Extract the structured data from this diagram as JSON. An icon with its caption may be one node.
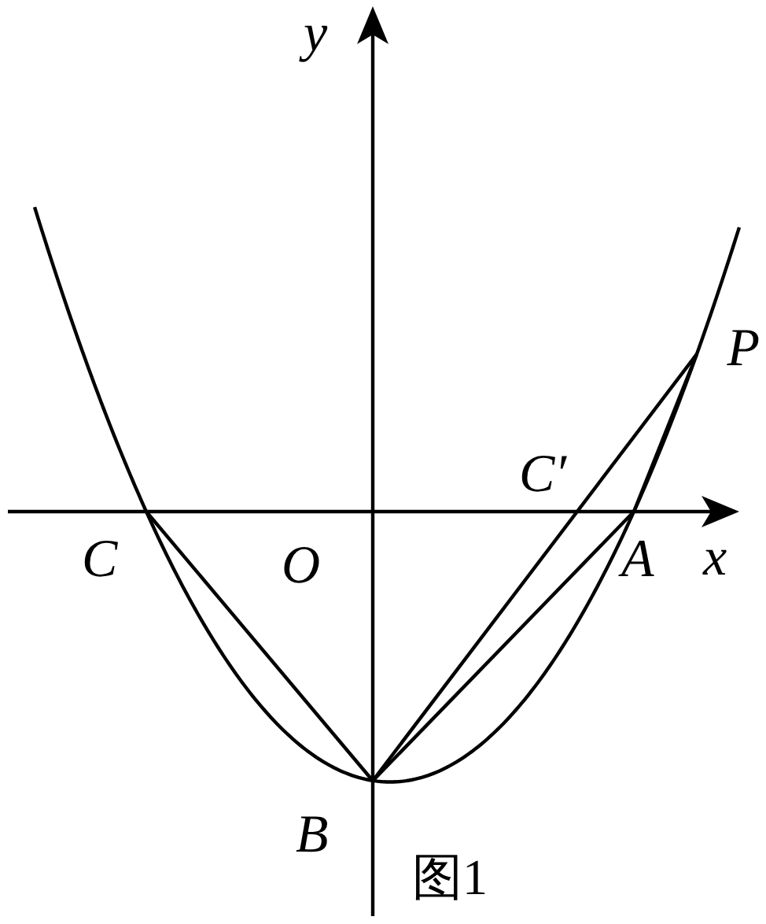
{
  "diagram": {
    "caption": "图1",
    "nodes": [
      {
        "text": [
          "C"
        ]
      },
      {
        "text": [
          "A"
        ]
      },
      {
        "text": [
          "B"
        ]
      },
      {
        "text": [
          "P"
        ]
      }
    ],
    "edges": [
      {
        "from": 0,
        "to": 2,
        "arrow": "none"
      },
      {
        "from": 2,
        "to": 1,
        "arrow": "none"
      },
      {
        "from": 2,
        "to": 3,
        "arrow": "none"
      },
      {
        "from": 1,
        "to": 3,
        "arrow": "none"
      }
    ],
    "labels": [
      "y",
      "C′",
      "O",
      "x"
    ]
  }
}
